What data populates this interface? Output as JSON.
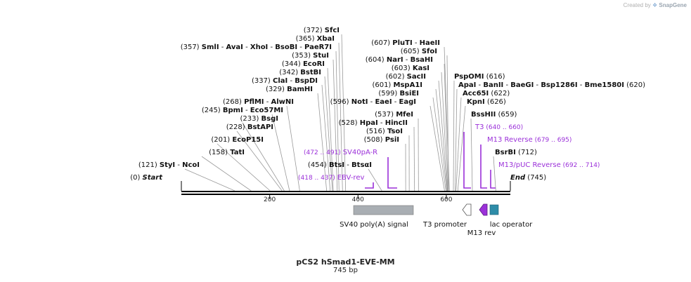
{
  "credit": {
    "prefix": "Created by",
    "brand": "SnapGene"
  },
  "map": {
    "name": "pCS2 hSmad1-EVE-MM",
    "length_label": "745 bp",
    "length": 745,
    "ruler_ticks": [
      "200",
      "400",
      "600"
    ],
    "colors": {
      "primer": "#9b30d9",
      "line": "#999999",
      "feature_grey": "#a9aeb3",
      "teal": "#2e8ca8"
    }
  },
  "sites": [
    {
      "pos": 0,
      "label": "(0)",
      "names": [
        "Start"
      ]
    },
    {
      "pos": 121,
      "label": "(121)",
      "names": [
        "StyI",
        "NcoI"
      ]
    },
    {
      "pos": 158,
      "label": "(158)",
      "names": [
        "TatI"
      ]
    },
    {
      "pos": 201,
      "label": "(201)",
      "names": [
        "EcoP15I"
      ]
    },
    {
      "pos": 228,
      "label": "(228)",
      "names": [
        "BstAPI"
      ]
    },
    {
      "pos": 233,
      "label": "(233)",
      "names": [
        "BsgI"
      ]
    },
    {
      "pos": 245,
      "label": "(245)",
      "names": [
        "BpmI",
        "Eco57MI"
      ]
    },
    {
      "pos": 268,
      "label": "(268)",
      "names": [
        "PflMI",
        "AlwNI"
      ]
    },
    {
      "pos": 329,
      "label": "(329)",
      "names": [
        "BamHI"
      ]
    },
    {
      "pos": 337,
      "label": "(337)",
      "names": [
        "ClaI",
        "BspDI"
      ]
    },
    {
      "pos": 342,
      "label": "(342)",
      "names": [
        "BstBI"
      ]
    },
    {
      "pos": 344,
      "label": "(344)",
      "names": [
        "EcoRI"
      ]
    },
    {
      "pos": 353,
      "label": "(353)",
      "names": [
        "StuI"
      ]
    },
    {
      "pos": 357,
      "label": "(357)",
      "names": [
        "SmlI",
        "AvaI",
        "XhoI",
        "BsoBI",
        "PaeR7I"
      ]
    },
    {
      "pos": 365,
      "label": "(365)",
      "names": [
        "XbaI"
      ]
    },
    {
      "pos": 372,
      "label": "(372)",
      "names": [
        "SfcI"
      ]
    },
    {
      "pos": 454,
      "label": "(454)",
      "names": [
        "BtsI",
        "BtsαI"
      ]
    },
    {
      "pos": 508,
      "label": "(508)",
      "names": [
        "PsiI"
      ]
    },
    {
      "pos": 516,
      "label": "(516)",
      "names": [
        "TsoI"
      ]
    },
    {
      "pos": 528,
      "label": "(528)",
      "names": [
        "HpaI",
        "HincII"
      ]
    },
    {
      "pos": 537,
      "label": "(537)",
      "names": [
        "MfeI"
      ]
    },
    {
      "pos": 596,
      "label": "(596)",
      "names": [
        "NotI",
        "EaeI",
        "EagI"
      ]
    },
    {
      "pos": 599,
      "label": "(599)",
      "names": [
        "BsiEI"
      ]
    },
    {
      "pos": 601,
      "label": "(601)",
      "names": [
        "MspA1I"
      ]
    },
    {
      "pos": 602,
      "label": "(602)",
      "names": [
        "SacII"
      ]
    },
    {
      "pos": 603,
      "label": "(603)",
      "names": [
        "KasI"
      ]
    },
    {
      "pos": 604,
      "label": "(604)",
      "names": [
        "NarI",
        "BsaHI"
      ]
    },
    {
      "pos": 605,
      "label": "(605)",
      "names": [
        "SfoI"
      ]
    },
    {
      "pos": 607,
      "label": "(607)",
      "names": [
        "PluTI",
        "HaeII"
      ]
    },
    {
      "pos": 616,
      "label": "(616)",
      "names": [
        "PspOMI"
      ]
    },
    {
      "pos": 620,
      "label": "(620)",
      "names": [
        "ApaI",
        "BanII",
        "BaeGI",
        "Bsp1286I",
        "Bme1580I"
      ]
    },
    {
      "pos": 622,
      "label": "(622)",
      "names": [
        "Acc65I"
      ]
    },
    {
      "pos": 626,
      "label": "(626)",
      "names": [
        "KpnI"
      ]
    },
    {
      "pos": 659,
      "label": "(659)",
      "names": [
        "BssHII"
      ]
    },
    {
      "pos": 712,
      "label": "(712)",
      "names": [
        "BsrBI"
      ]
    },
    {
      "pos": 745,
      "label": "(745)",
      "names": [
        "End"
      ]
    }
  ],
  "primers": [
    {
      "name": "EBV-rev",
      "range": "(418 .. 437)"
    },
    {
      "name": "SV40pA-R",
      "range": "(472 .. 491)"
    },
    {
      "name": "T3",
      "range": "(640 .. 660)"
    },
    {
      "name": "M13 Reverse",
      "range": "(679 .. 695)"
    },
    {
      "name": "M13/pUC Reverse",
      "range": "(692 .. 714)"
    }
  ],
  "features": [
    {
      "name": "SV40 poly(A) signal",
      "start": 391,
      "end": 526
    },
    {
      "name": "T3 promoter",
      "start": 640,
      "end": 658
    },
    {
      "name": "M13 rev",
      "start": 679,
      "end": 695
    },
    {
      "name": "lac operator",
      "start": 697,
      "end": 714
    }
  ]
}
